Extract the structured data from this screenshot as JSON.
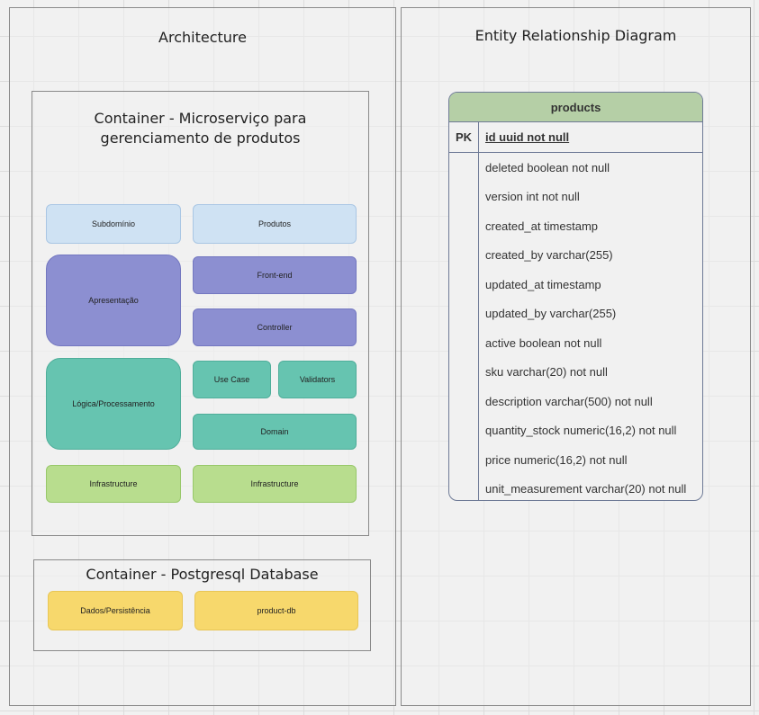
{
  "architecture": {
    "title": "Architecture",
    "microservice": {
      "title": "Container - Microserviço para gerenciamento de produtos",
      "subdominio": "Subdomínio",
      "produtos": "Produtos",
      "apresentacao": "Apresentação",
      "frontend": "Front-end",
      "controller": "Controller",
      "logica": "Lógica/Processamento",
      "use_case": "Use Case",
      "validators": "Validators",
      "domain": "Domain",
      "infra_left": "Infrastructure",
      "infra_right": "Infrastructure"
    },
    "database": {
      "title": "Container - Postgresql Database",
      "dados": "Dados/Persistência",
      "product_db": "product-db"
    }
  },
  "erd": {
    "title": "Entity Relationship Diagram",
    "table": {
      "name": "products",
      "pk_label": "PK",
      "pk_field": "id uuid not null",
      "fields": [
        "deleted boolean not null",
        "version int not null",
        "created_at timestamp",
        "created_by varchar(255)",
        "updated_at timestamp",
        "updated_by varchar(255)",
        "active boolean not null",
        "sku varchar(20) not null",
        "description varchar(500) not null",
        "quantity_stock numeric(16,2) not null",
        "price numeric(16,2) not null",
        "unit_measurement varchar(20) not null"
      ]
    }
  },
  "colors": {
    "light_blue": "#cfe2f3",
    "purple": "#8c8fd1",
    "teal": "#66c4b0",
    "green": "#b8dd8e",
    "yellow": "#f7d86c",
    "erd_header": "#b5cfa6"
  }
}
